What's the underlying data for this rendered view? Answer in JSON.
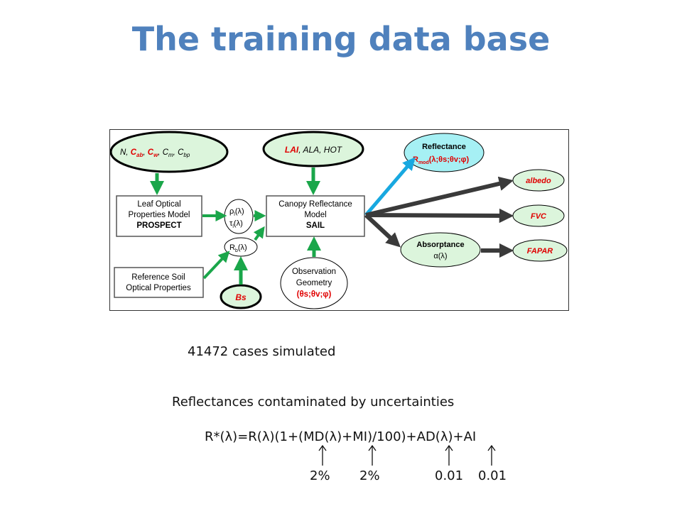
{
  "slide": {
    "title": "The training data base",
    "cases_text": "41472 cases simulated",
    "uncertainty_text": "Reflectances contaminated by uncertainties",
    "formula_plain": "R*(λ)=R(λ)(1+(MD(λ)+MI)/100)+AD(λ)+AI",
    "annotations": [
      "2%",
      "2%",
      "0.01",
      "0.01"
    ]
  },
  "diagram": {
    "leaf_inputs": [
      "N, ",
      "C",
      "ab",
      ", ",
      "C",
      "w",
      ", ",
      "C",
      "m",
      ", ",
      "C",
      "bp"
    ],
    "canopy_inputs": [
      "LAI",
      ", ALA, HOT"
    ],
    "leaf_model": {
      "line1": "Leaf Optical",
      "line2": "Properties Model",
      "name": "PROSPECT"
    },
    "soil_box": {
      "line1": "Reference Soil",
      "line2": "Optical Properties"
    },
    "leaf_props": {
      "rho": "ρ",
      "rho_sub": "l",
      "tau": "τ",
      "tau_sub": "l",
      "arg": "(λ)"
    },
    "soil_refl": {
      "R": "R",
      "sub": "b",
      "arg": "(λ)"
    },
    "bs": "Bs",
    "canopy_model": {
      "line1": "Canopy Reflectance",
      "line2": "Model",
      "name": "SAIL"
    },
    "observation": {
      "line1": "Observation",
      "line2": "Geometry",
      "geom": "(θs;θv;φ)"
    },
    "reflectance": {
      "label": "Reflectance",
      "R": "R",
      "sub": "mod",
      "arg": "(λ;θs;θv;φ)"
    },
    "absorptance": {
      "label": "Absorptance",
      "symbol": "α(λ)"
    },
    "outputs": [
      "albedo",
      "FVC",
      "FAPAR"
    ]
  },
  "colors": {
    "title": "#4f81bd",
    "green_arrow": "#1aa64a",
    "blue_arrow": "#18a8e0",
    "dark_arrow": "#3a3a3a",
    "ellipse_green": "#dcf5dc",
    "ellipse_cyan": "#a6f0f4",
    "red_text": "#e00000"
  }
}
